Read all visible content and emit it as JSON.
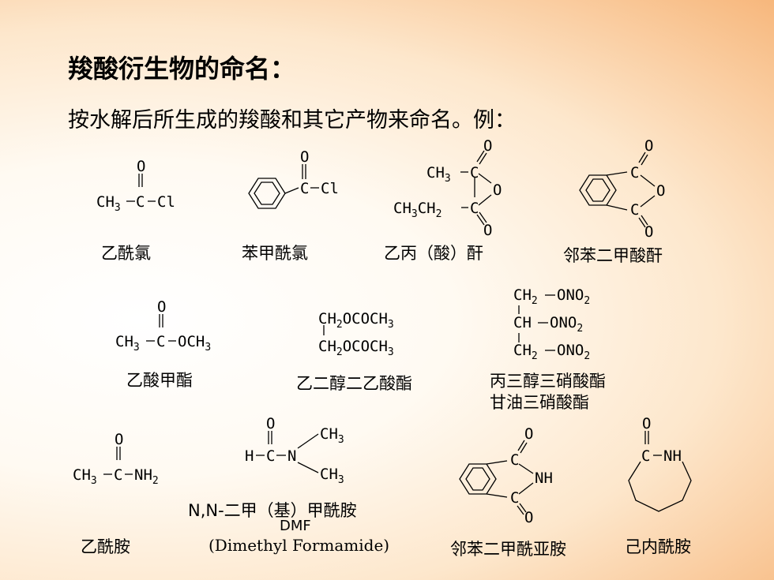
{
  "slide": {
    "title": "羧酸衍生物的命名：",
    "subtitle": "按水解后所生成的羧酸和其它产物来命名。例："
  },
  "compounds": {
    "acetyl_chloride": "乙酰氯",
    "benzoyl_chloride": "苯甲酰氯",
    "acetic_propionic_anhydride": "乙丙（酸）酐",
    "phthalic_anhydride": "邻苯二甲酸酐",
    "methyl_acetate": "乙酸甲酯",
    "ethylene_glycol_diacetate": "乙二醇二乙酸酯",
    "glycerol_trinitrate": "丙三醇三硝酸酯",
    "nitroglycerin": "甘油三硝酸酯",
    "acetamide": "乙酰胺",
    "dmf_name": "N,N-二甲（基）甲酰胺",
    "dmf_abbr": "DMF",
    "dmf_en": "(Dimethyl Formamide)",
    "phthalimide": "邻苯二甲酰亚胺",
    "caprolactam": "己内酰胺"
  },
  "formula_text": {
    "ch3": "CH",
    "ch2": "CH",
    "ch": "CH",
    "c": "C",
    "o": "O",
    "cl": "Cl",
    "och3": "OCH",
    "nh2": "NH",
    "nh": "NH",
    "ono2": "ONO",
    "n": "N",
    "h": "H",
    "ococh3": "OCOCH",
    "sub2": "2",
    "sub3": "3"
  }
}
